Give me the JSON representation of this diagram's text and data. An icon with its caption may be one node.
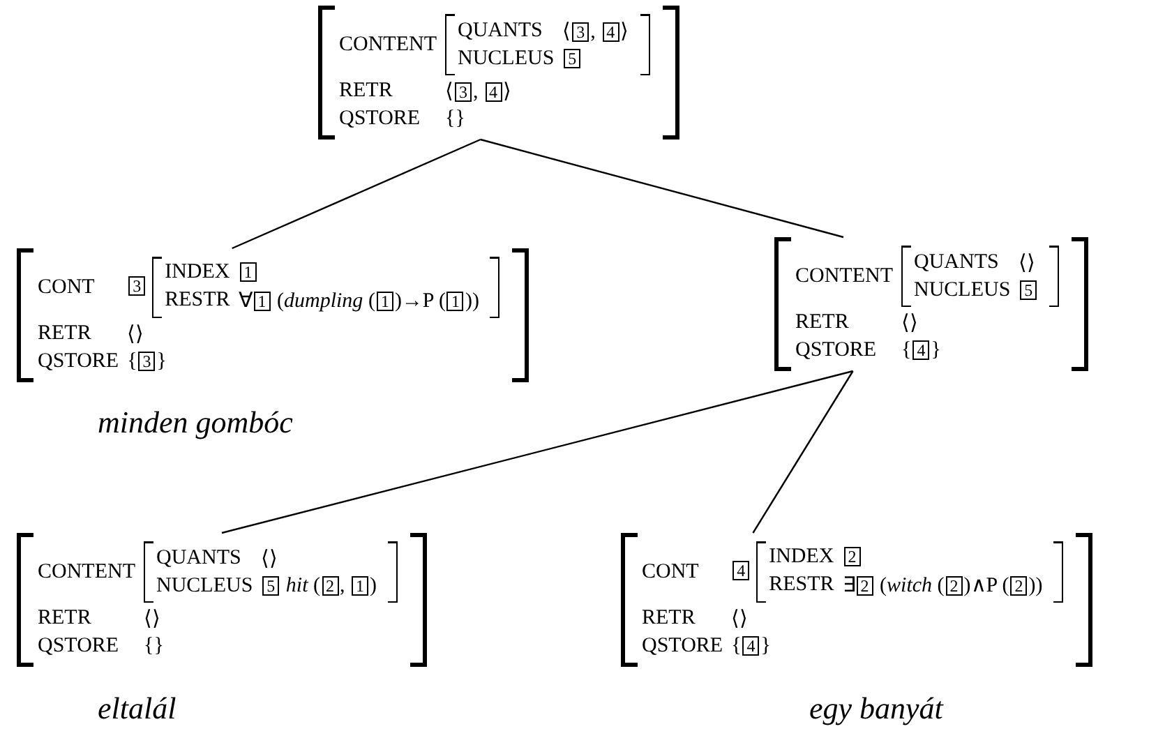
{
  "diagram": {
    "nodes": [
      {
        "text": [
          "CONTENT",
          "QUANTS",
          "⟨3, 4⟩",
          "NUCLEUS",
          "5",
          "RETR",
          "⟨3, 4⟩",
          "QSTORE",
          "{}"
        ]
      },
      {
        "text": [
          "CONT",
          "3",
          "INDEX",
          "1",
          "RESTR",
          "∀1 (*dumpling* (1)→P (1))",
          "RETR",
          "⟨⟩",
          "QSTORE",
          "{3}"
        ],
        "beside": [
          "minden gombóc"
        ]
      },
      {
        "text": [
          "CONTENT",
          "QUANTS",
          "⟨⟩",
          "NUCLEUS",
          "5",
          "RETR",
          "⟨⟩",
          "QSTORE",
          "{4}"
        ]
      },
      {
        "text": [
          "CONTENT",
          "QUANTS",
          "⟨⟩",
          "NUCLEUS",
          "5 *hit* (2, 1)",
          "RETR",
          "⟨⟩",
          "QSTORE",
          "{}"
        ],
        "beside": [
          "eltalál"
        ]
      },
      {
        "text": [
          "CONT",
          "4",
          "INDEX",
          "2",
          "RESTR",
          "∃2 (*witch* (2)∧P (2))",
          "RETR",
          "⟨⟩",
          "QSTORE",
          "{4}"
        ],
        "beside": [
          "egy banyát"
        ]
      }
    ],
    "edges": [
      {
        "from": 0,
        "to": 1,
        "arrow": "none"
      },
      {
        "from": 0,
        "to": 2,
        "arrow": "none"
      },
      {
        "from": 2,
        "to": 3,
        "arrow": "none"
      },
      {
        "from": 2,
        "to": 4,
        "arrow": "none"
      }
    ]
  }
}
